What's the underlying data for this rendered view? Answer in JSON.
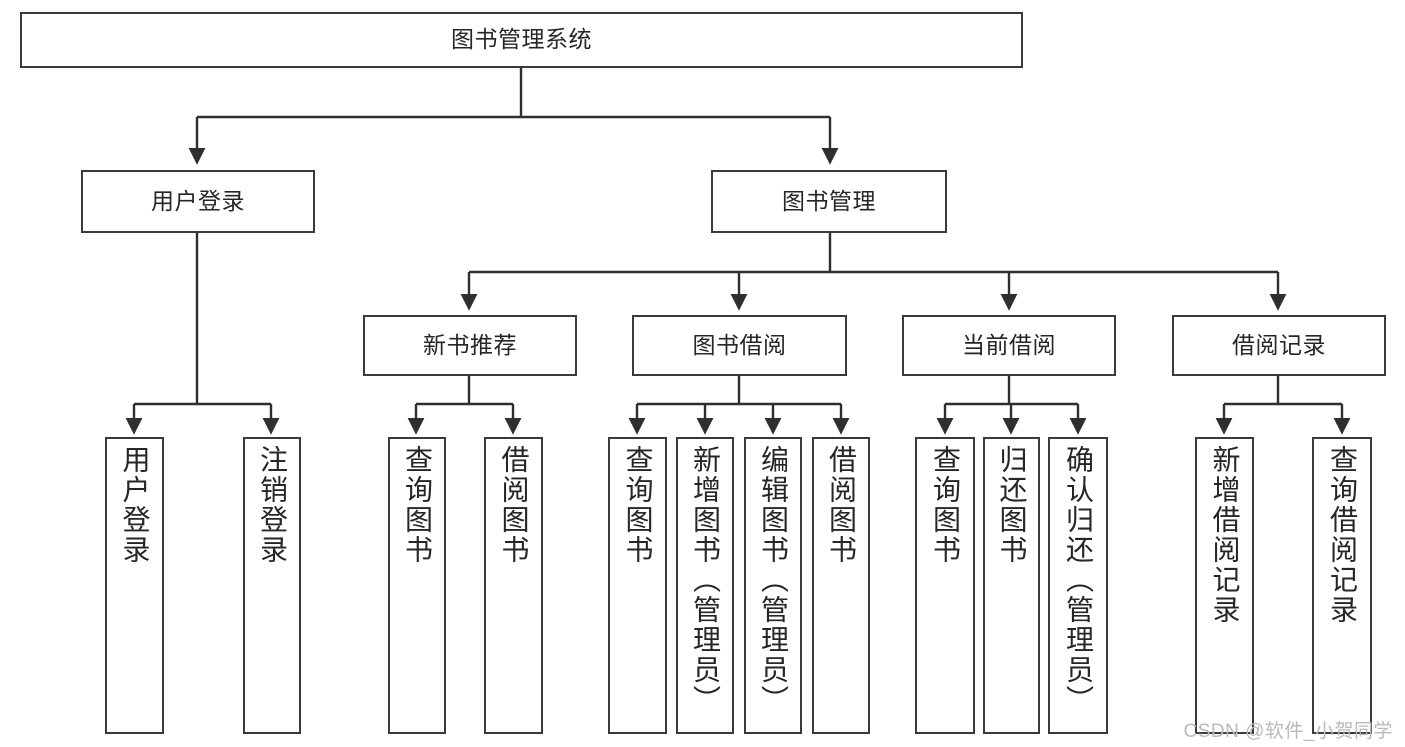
{
  "diagram": {
    "title": "图书管理系统",
    "type": "tree-hierarchy-chart",
    "watermark": "CSDN @软件_小贺同学",
    "colors": {
      "node_border": "#3a3a3a",
      "node_fill": "#ffffff",
      "edge": "#2f2f2f",
      "text": "#262626",
      "watermark": "#b9b9b9",
      "background": "#ffffff"
    },
    "root": {
      "id": "root",
      "label": "图书管理系统"
    },
    "level2": [
      {
        "id": "user-login",
        "label": "用户登录"
      },
      {
        "id": "book-management",
        "label": "图书管理"
      }
    ],
    "level3": [
      {
        "id": "new-book-recommend",
        "label": "新书推荐"
      },
      {
        "id": "book-borrow",
        "label": "图书借阅"
      },
      {
        "id": "current-borrow",
        "label": "当前借阅"
      },
      {
        "id": "borrow-record",
        "label": "借阅记录"
      }
    ],
    "leaves": {
      "user_login": [
        {
          "id": "leaf-user-login",
          "label": "用户登录"
        },
        {
          "id": "leaf-logout-login",
          "label": "注销登录"
        }
      ],
      "new_book_recommend": [
        {
          "id": "leaf-query-book-1",
          "label": "查询图书"
        },
        {
          "id": "leaf-borrow-book-1",
          "label": "借阅图书"
        }
      ],
      "book_borrow": [
        {
          "id": "leaf-query-book-2",
          "label": "查询图书"
        },
        {
          "id": "leaf-add-book",
          "label": "新增图书（管理员）"
        },
        {
          "id": "leaf-edit-book",
          "label": "编辑图书（管理员）"
        },
        {
          "id": "leaf-borrow-book-2",
          "label": "借阅图书"
        }
      ],
      "current_borrow": [
        {
          "id": "leaf-query-book-3",
          "label": "查询图书"
        },
        {
          "id": "leaf-return-book",
          "label": "归还图书"
        },
        {
          "id": "leaf-confirm-return",
          "label": "确认归还（管理员）"
        }
      ],
      "borrow_record": [
        {
          "id": "leaf-add-record",
          "label": "新增借阅记录"
        },
        {
          "id": "leaf-query-record",
          "label": "查询借阅记录"
        }
      ]
    }
  }
}
